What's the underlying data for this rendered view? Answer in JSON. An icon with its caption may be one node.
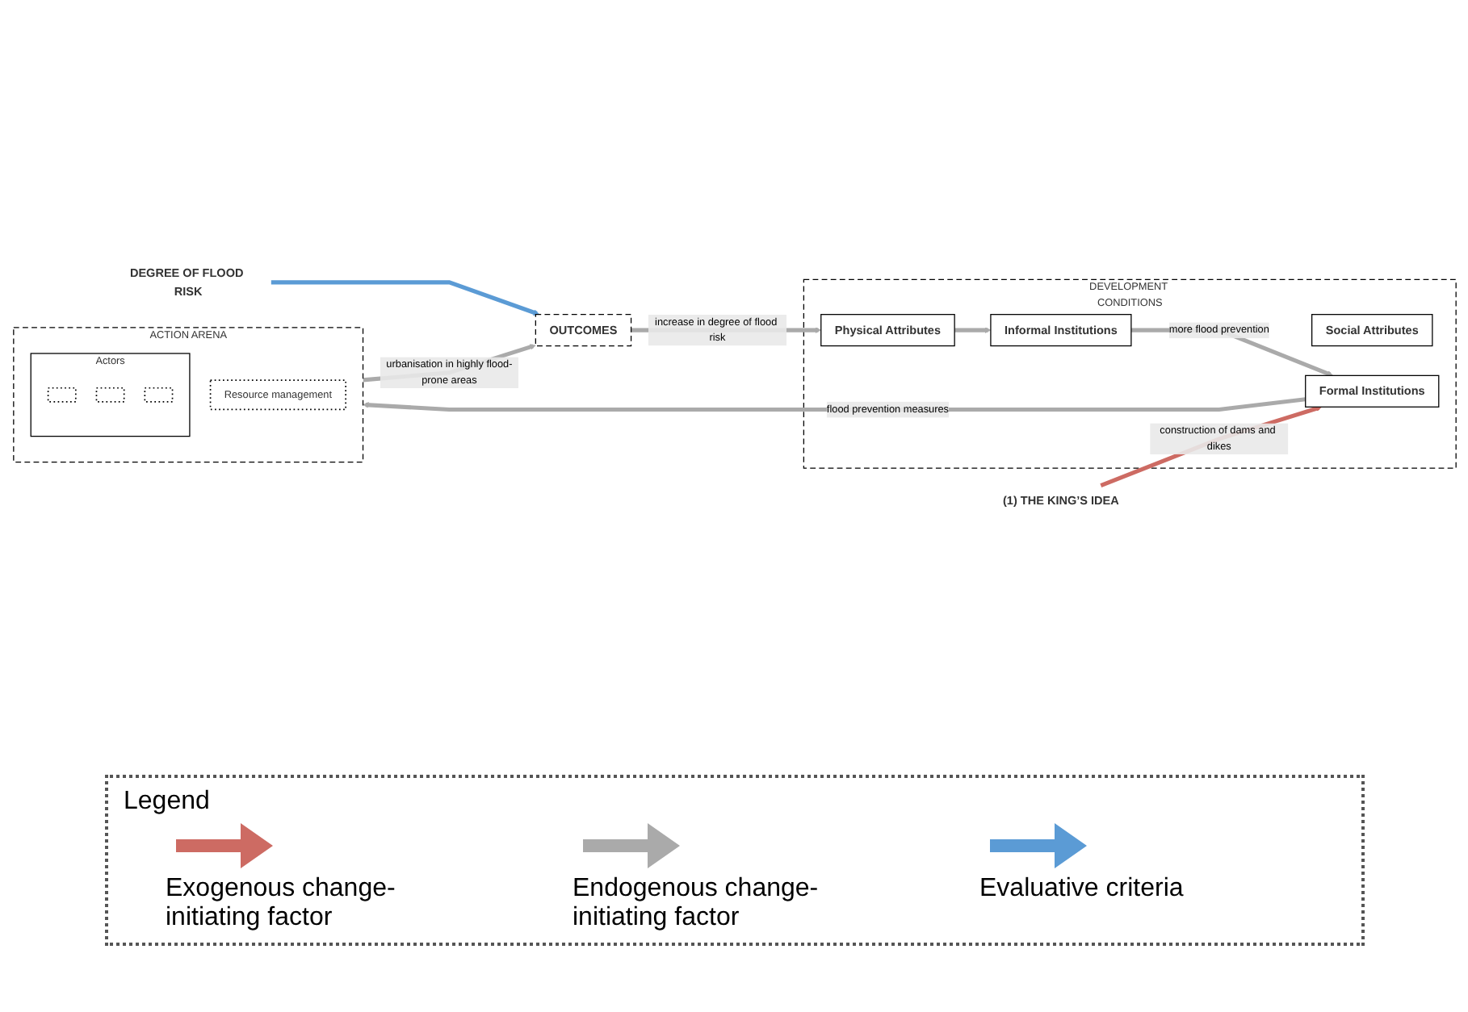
{
  "diagram": {
    "nodes": [
      {
        "text": [
          "DEVELOPMENT CONDITIONS"
        ]
      },
      {
        "text": [
          "Physical Attributes"
        ],
        "in": 0
      },
      {
        "text": [
          "Social Attributes"
        ],
        "in": 0
      },
      {
        "text": [
          "Informal Institutions"
        ],
        "in": 0
      },
      {
        "text": [
          "Formal Institutions"
        ],
        "in": 0
      },
      {
        "text": [
          "ACTION ARENA"
        ]
      },
      {
        "text": [
          "Resource management"
        ],
        "in": 5
      },
      {
        "text": [
          "Actors"
        ],
        "in": 5
      },
      {
        "text": [],
        "shape": "box",
        "in": 7
      },
      {
        "text": [],
        "shape": "box",
        "in": 7
      },
      {
        "text": [],
        "shape": "box",
        "in": 7
      },
      {
        "text": [
          "OUTCOMES"
        ]
      },
      {
        "text": [
          "(1) THE KING’S IDEA"
        ]
      },
      {
        "text": [
          "DEGREE OF FLOOD RISK"
        ]
      }
    ],
    "edges": [
      {
        "from": 11,
        "to": 1,
        "arrow": "to",
        "label": "increase in degree of flood risk"
      },
      {
        "from": 1,
        "to": 3,
        "arrow": "to"
      },
      {
        "from": 3,
        "to": 4,
        "arrow": "to",
        "label": "more flood prevention"
      },
      {
        "from": 4,
        "to": 5,
        "arrow": "to",
        "label": "flood prevention measures"
      },
      {
        "from": 5,
        "to": 11,
        "arrow": "to",
        "label": "urbanisation in highly flood-prone areas"
      },
      {
        "from": 12,
        "to": 4,
        "arrow": "to",
        "label": "construction of dams and dikes",
        "color": "#cd6b63"
      },
      {
        "from": 13,
        "to": 11,
        "arrow": "to",
        "color": "#5b9bd5"
      }
    ],
    "labels": [
      "Legend"
    ],
    "legend": [
      {
        "text": "Exogenous change-initiating factor",
        "color": "#cd6b63"
      },
      {
        "text": "Endogenous change-initiating factor",
        "color": "#aaaaaa"
      },
      {
        "text": "Evaluative criteria",
        "color": "#5b9bd5"
      }
    ]
  }
}
